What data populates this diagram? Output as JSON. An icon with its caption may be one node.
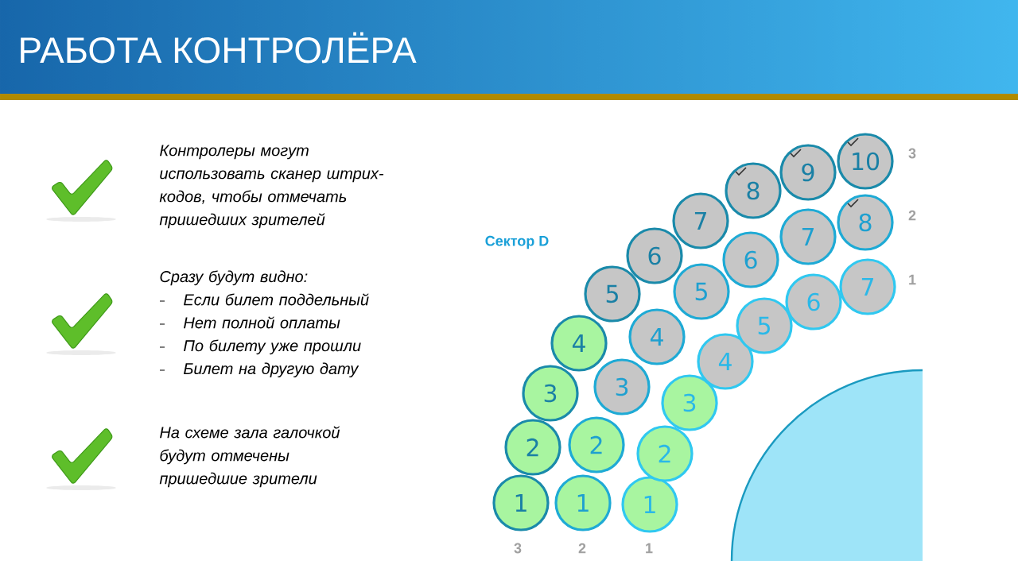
{
  "diagram": {
    "title": "РАБОТА КОНТРОЛЁРА",
    "nodes": [
      {
        "text": [
          "1"
        ]
      },
      {
        "text": [
          "2"
        ]
      },
      {
        "text": [
          "3"
        ]
      },
      {
        "text": [
          "4"
        ]
      },
      {
        "text": [
          "5"
        ]
      },
      {
        "text": [
          "6"
        ]
      },
      {
        "text": [
          "7"
        ]
      },
      {
        "text": [
          "8"
        ]
      },
      {
        "text": [
          "9"
        ]
      },
      {
        "text": [
          "10"
        ]
      },
      {
        "text": [
          "1"
        ]
      },
      {
        "text": [
          "2"
        ]
      },
      {
        "text": [
          "3"
        ]
      },
      {
        "text": [
          "4"
        ]
      },
      {
        "text": [
          "5"
        ]
      },
      {
        "text": [
          "6"
        ]
      },
      {
        "text": [
          "7"
        ]
      },
      {
        "text": [
          "8"
        ]
      },
      {
        "text": [
          "1"
        ]
      },
      {
        "text": [
          "2"
        ]
      },
      {
        "text": [
          "3"
        ]
      },
      {
        "text": [
          "4"
        ]
      },
      {
        "text": [
          "5"
        ]
      },
      {
        "text": [
          "6"
        ]
      },
      {
        "text": [
          "7"
        ]
      }
    ],
    "labels": [
      "Контролеры могут использовать сканер штрих-кодов, чтобы отмечать пришедших зрителей",
      "Сразу будут видно:",
      "Если билет поддельный",
      "Нет полной оплаты",
      "По билету уже прошли",
      "Билет на другую дату",
      "На схеме зала галочкой будут отмечены пришедшие зрители",
      "Сектор D",
      "3",
      "2",
      "1",
      "3",
      "2",
      "1"
    ]
  }
}
